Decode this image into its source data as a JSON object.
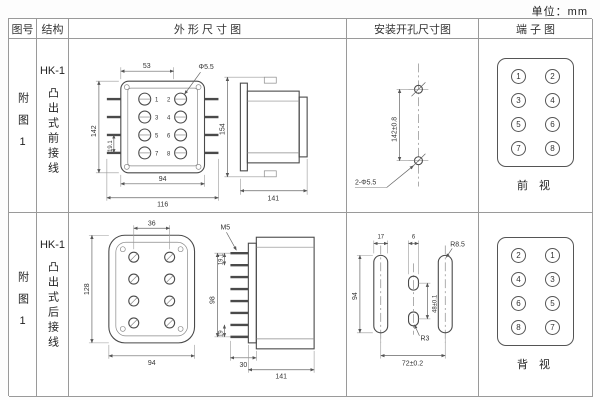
{
  "page": {
    "unit_label": "单位：mm"
  },
  "table": {
    "headers": [
      "图号",
      "结构",
      "外 形 尺 寸 图",
      "安装开孔尺寸图",
      "端 子 图"
    ],
    "rows": [
      {
        "fig_no": "附图1",
        "model": "HK-1",
        "structure": "凸出式前接线",
        "outline": {
          "top_width": "53",
          "hole_dia": "Φ5.5",
          "height": "142",
          "row_pitch": "19.1",
          "width_inner": "94",
          "width_outer": "116",
          "side_height": "154",
          "side_depth": "141"
        },
        "mounting": {
          "hole_spacing": "142±0.8",
          "holes_label": "2-Φ5.5"
        },
        "terminal": {
          "numbers": [
            "1",
            "2",
            "3",
            "4",
            "5",
            "6",
            "7",
            "8"
          ],
          "view_label": "前 视"
        }
      },
      {
        "fig_no": "附图1",
        "model": "HK-1",
        "structure": "凸出式后接线",
        "outline": {
          "col_pitch": "36",
          "height": "128",
          "width": "94",
          "screw": "M5",
          "stud_span": "98",
          "pitch_a": "19.1",
          "pitch_b": "19",
          "stud_length": "30",
          "side_depth": "141"
        },
        "mounting": {
          "slot_width": "17",
          "mid_width": "6",
          "slot_end_radius": "R8.5",
          "slot_length": "94",
          "mid_spacing": "48±0.1",
          "mid_radius": "R3",
          "slot_center_spacing": "72±0.2"
        },
        "terminal": {
          "numbers": [
            "2",
            "1",
            "4",
            "3",
            "6",
            "5",
            "8",
            "7"
          ],
          "view_label": "背 视"
        }
      }
    ]
  }
}
